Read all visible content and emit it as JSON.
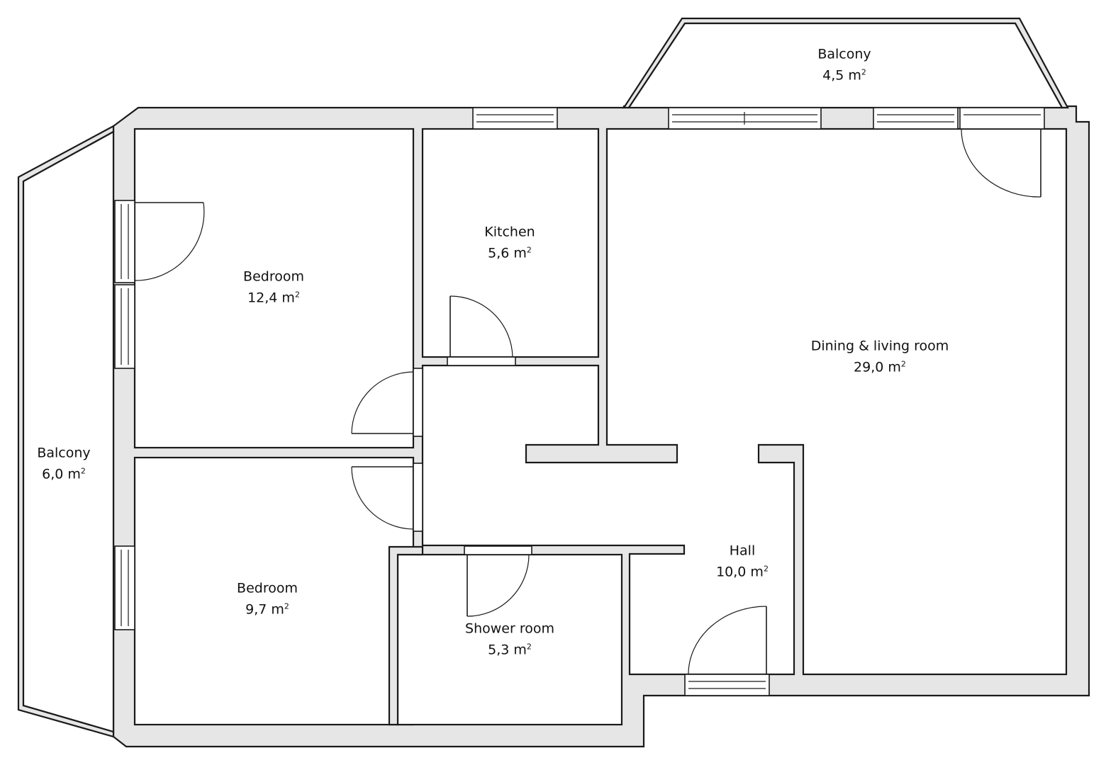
{
  "plan": {
    "wall_fill": "#e6e6e6",
    "line_color": "#1a1a1a",
    "area_unit": "m",
    "area_exponent": "2",
    "rooms": [
      {
        "id": "balcony-top",
        "name": "Balcony",
        "area": "4,5"
      },
      {
        "id": "bedroom-1",
        "name": "Bedroom",
        "area": "12,4"
      },
      {
        "id": "kitchen",
        "name": "Kitchen",
        "area": "5,6"
      },
      {
        "id": "dining-living",
        "name": "Dining & living room",
        "area": "29,0"
      },
      {
        "id": "balcony-left",
        "name": "Balcony",
        "area": "6,0"
      },
      {
        "id": "hall",
        "name": "Hall",
        "area": "10,0"
      },
      {
        "id": "bedroom-2",
        "name": "Bedroom",
        "area": "9,7"
      },
      {
        "id": "shower-room",
        "name": "Shower room",
        "area": "5,3"
      }
    ]
  }
}
